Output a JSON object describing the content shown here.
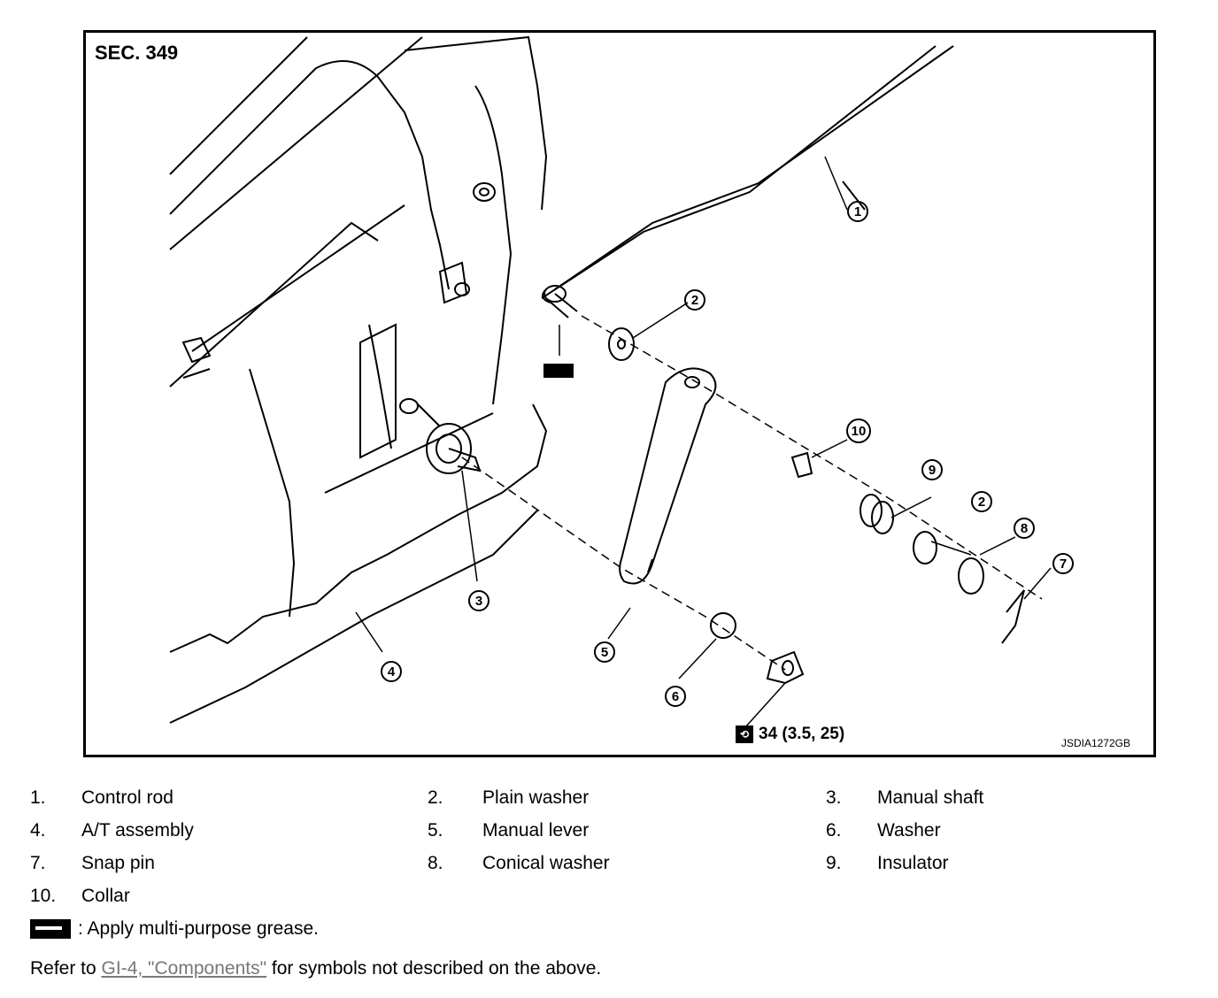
{
  "figure": {
    "section": "SEC. 349",
    "code": "JSDIA1272GB",
    "torque": "34 (3.5, 25)",
    "callouts": [
      "1",
      "2",
      "3",
      "4",
      "5",
      "6",
      "7",
      "8",
      "9",
      "10",
      "2"
    ]
  },
  "legend": {
    "items": [
      {
        "num": "1.",
        "label": "Control rod"
      },
      {
        "num": "2.",
        "label": "Plain washer"
      },
      {
        "num": "3.",
        "label": "Manual shaft"
      },
      {
        "num": "4.",
        "label": "A/T assembly"
      },
      {
        "num": "5.",
        "label": "Manual lever"
      },
      {
        "num": "6.",
        "label": "Washer"
      },
      {
        "num": "7.",
        "label": "Snap pin"
      },
      {
        "num": "8.",
        "label": "Conical washer"
      },
      {
        "num": "9.",
        "label": "Insulator"
      },
      {
        "num": "10.",
        "label": "Collar"
      }
    ],
    "grease_note": ": Apply multi-purpose grease.",
    "refer_prefix": "Refer to ",
    "refer_link": "GI-4, \"Components\"",
    "refer_suffix": " for symbols not described on the above."
  }
}
